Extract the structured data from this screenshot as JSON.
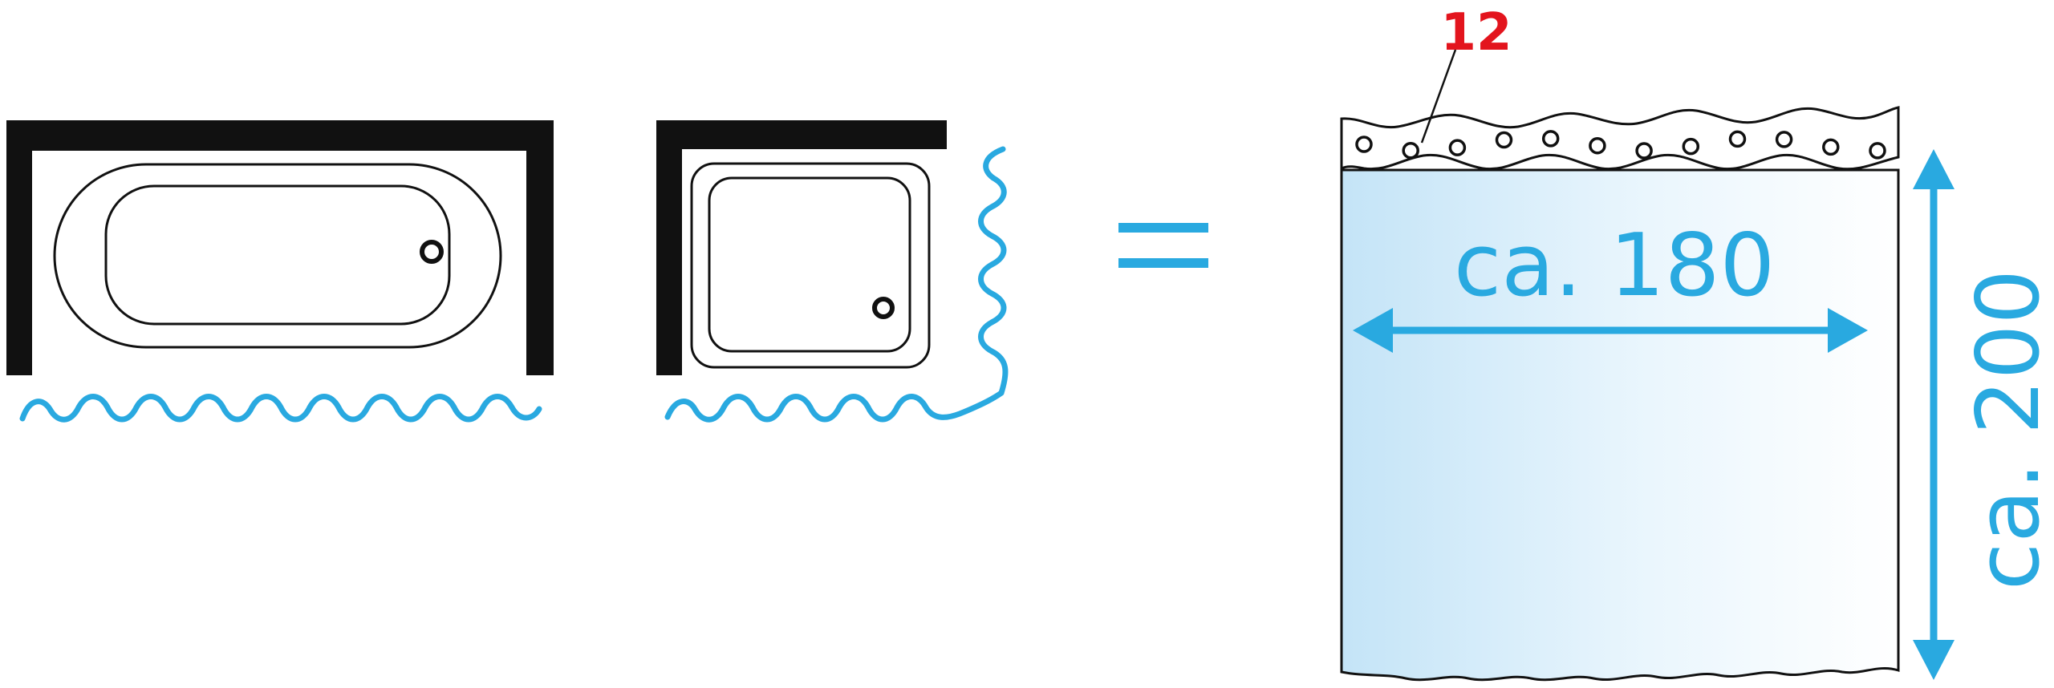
{
  "hook_count": "12",
  "width_label": "ca. 180",
  "height_label": "ca. 200",
  "equals_symbol": "=",
  "colors": {
    "accent_blue": "#29a9e0",
    "hook_count_red": "#e3141d",
    "outline": "#111111",
    "curtain_fill_light": "#cfeaf9"
  },
  "hook_count_value": 12
}
